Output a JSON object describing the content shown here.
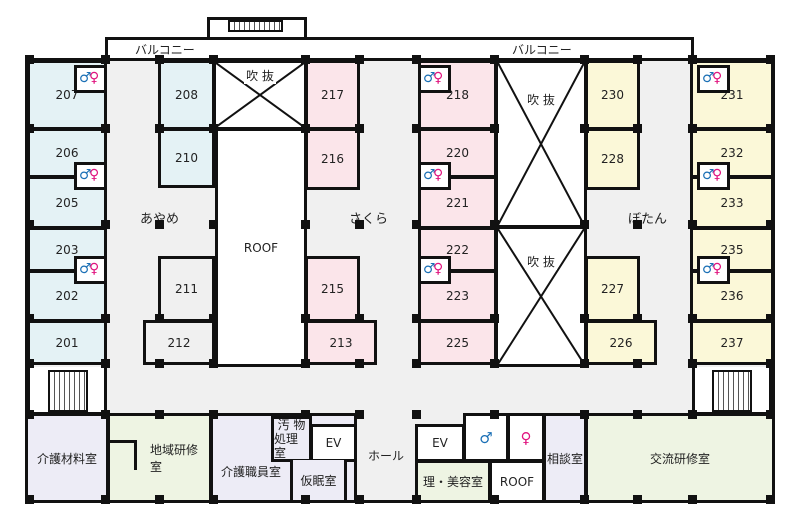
{
  "balcony": {
    "left": "バルコニー",
    "right": "バルコニー"
  },
  "corridors": {
    "ayame": "あやめ",
    "sakura": "さくら",
    "botan": "ぼたん",
    "hall": "ホール"
  },
  "atrium": {
    "label": "吹 抜",
    "label_2": "吹 抜",
    "label_3": "吹 抜"
  },
  "roof": {
    "center": "ROOF",
    "bottom": "ROOF"
  },
  "rooms_blue": [
    "207",
    "206",
    "205",
    "203",
    "202",
    "201",
    "208",
    "210"
  ],
  "rooms_grey": [
    "211",
    "212"
  ],
  "rooms_pink": [
    "217",
    "216",
    "215",
    "213",
    "218",
    "220",
    "221",
    "222",
    "223",
    "225"
  ],
  "rooms_yellow": [
    "230",
    "228",
    "227",
    "226",
    "231",
    "232",
    "233",
    "235",
    "236",
    "237"
  ],
  "bottom": {
    "care_materials": "介護材料室",
    "community_training": "地域研修室",
    "care_staff": "介護職員室",
    "soiled_utility_1": "汚 物",
    "soiled_utility_2": "処理室",
    "ev1": "EV",
    "nap": "仮眠室",
    "ev2": "EV",
    "beauty": "理・美容室",
    "consult": "相談室",
    "exchange_training": "交流研修室"
  },
  "icons": {
    "male": "male-toilet-icon",
    "female": "female-toilet-icon"
  },
  "colors": {
    "blue": "#e4f2f5",
    "pink": "#fbe5ea",
    "yellow": "#fbf8d8",
    "lavender": "#edecf6",
    "green": "#eef4e3",
    "corridor": "#f0f0f0",
    "male": "#1a6fb5",
    "female": "#e0147f"
  }
}
